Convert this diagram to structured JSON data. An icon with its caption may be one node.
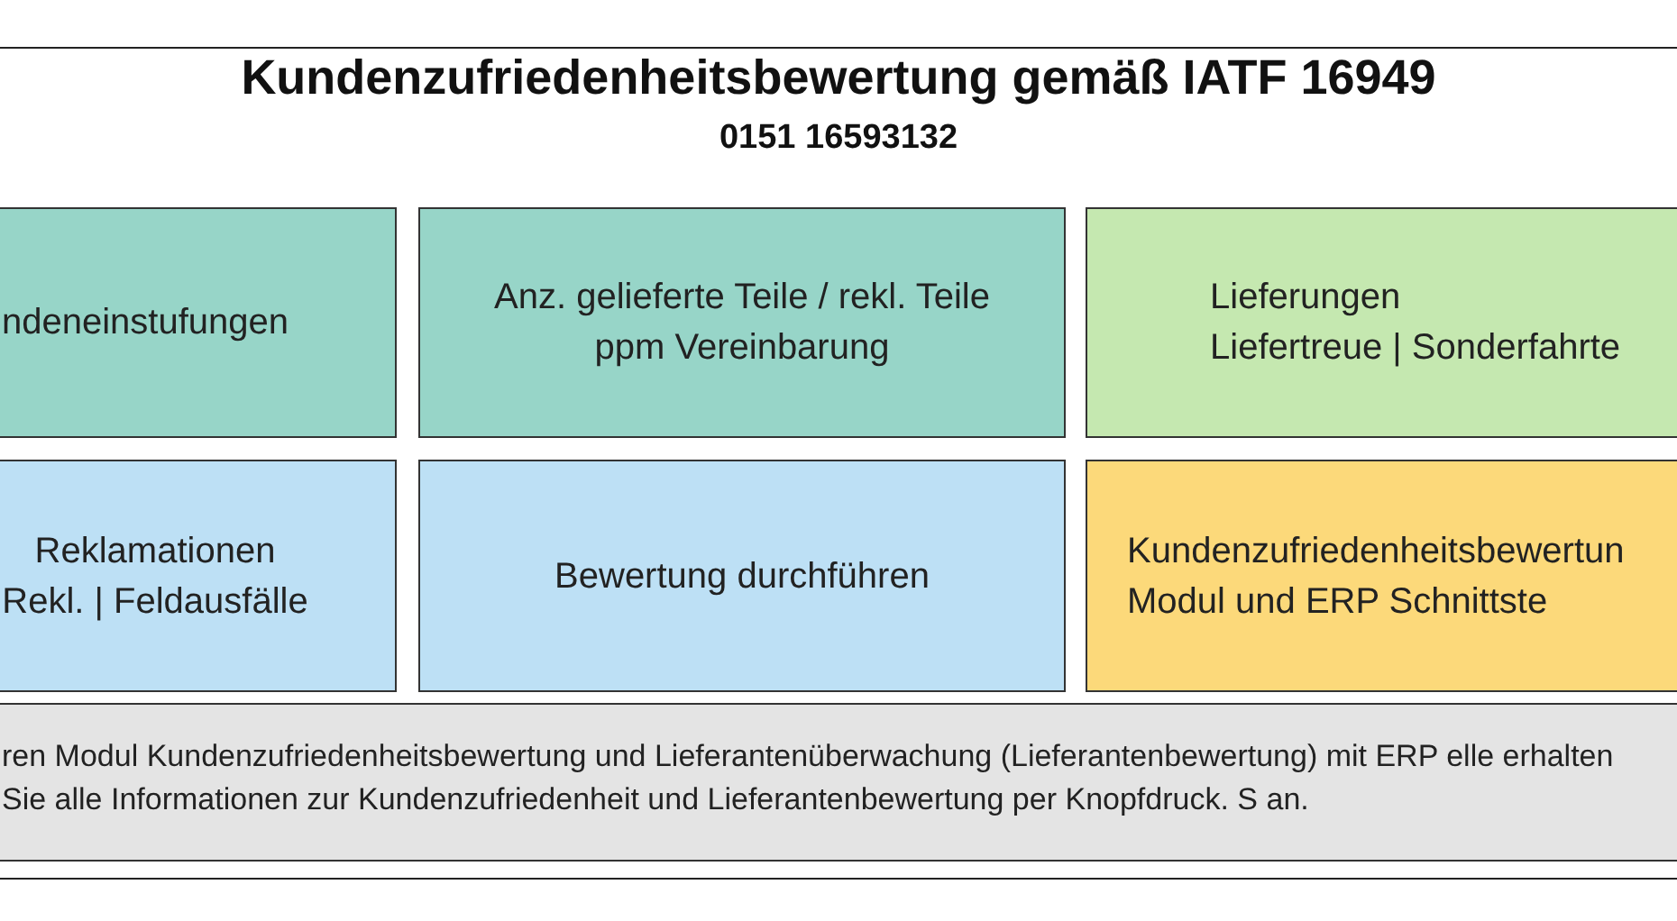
{
  "diagram": {
    "title": "Kundenzufriedenheitsbewertung gemäß IATF 16949",
    "nodes": [
      {
        "text": [
          "ndeneinstufungen"
        ]
      },
      {
        "text": [
          "Anz. gelieferte Teile / rekl. Teile",
          "ppm Vereinbarung"
        ]
      },
      {
        "text": [
          "Lieferungen",
          "Liefertreue | Sonderfahrte"
        ]
      },
      {
        "text": [
          "Reklamationen",
          "Rekl. | Feldausfälle"
        ]
      },
      {
        "text": [
          "Bewertung durchführen"
        ]
      },
      {
        "text": [
          "Kundenzufriedenheitsbewertun",
          "Modul und ERP Schnittste"
        ]
      },
      {
        "text": [
          "ren Modul Kundenzufriedenheitsbewertung und Lieferantenüberwachung (Lieferantenbewertung) mit ERP elle erhalten Sie alle Informationen zur Kundenzufriedenheit und Lieferantenbewertung per Knopfdruck. S an."
        ]
      }
    ],
    "labels": [
      "0151 16593132"
    ]
  }
}
